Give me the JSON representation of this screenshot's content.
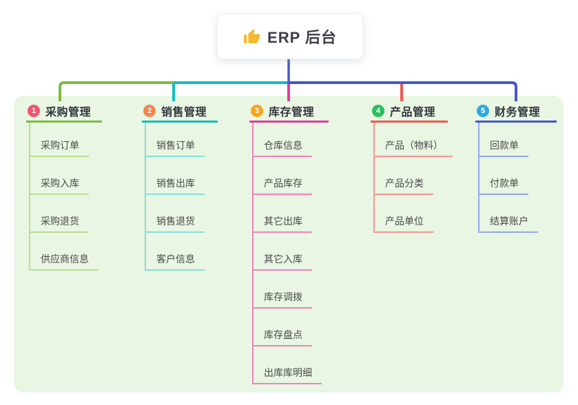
{
  "root": {
    "icon": "thumbs-up-icon",
    "title": "ERP 后台"
  },
  "canvas": {
    "background": "#ffffff",
    "panel_background": "#E8F6E3",
    "root_connector_color": "#4A59D0",
    "icon_color": "#F5B82E"
  },
  "branches": [
    {
      "number": "1",
      "label": "采购管理",
      "badge_color": "#F0566B",
      "line_color": "#7CBA3F",
      "child_line_color": "#B9DF92",
      "children": [
        "采购订单",
        "采购入库",
        "采购退货",
        "供应商信息"
      ]
    },
    {
      "number": "2",
      "label": "销售管理",
      "badge_color": "#F6854C",
      "line_color": "#15BCBE",
      "child_line_color": "#85DED9",
      "children": [
        "销售订单",
        "销售出库",
        "销售退货",
        "客户信息"
      ]
    },
    {
      "number": "3",
      "label": "库存管理",
      "badge_color": "#F8A41F",
      "line_color": "#DF3D9B",
      "child_line_color": "#F180BB",
      "children": [
        "仓库信息",
        "产品库存",
        "其它出库",
        "其它入库",
        "库存调拨",
        "库存盘点",
        "出库库明细"
      ]
    },
    {
      "number": "4",
      "label": "产品管理",
      "badge_color": "#2CBD5F",
      "line_color": "#F2574D",
      "child_line_color": "#F79690",
      "children": [
        "产品（物料）",
        "产品分类",
        "产品单位"
      ]
    },
    {
      "number": "5",
      "label": "财务管理",
      "badge_color": "#2FA9E0",
      "line_color": "#4456CE",
      "child_line_color": "#92A7E8",
      "children": [
        "回款单",
        "付款单",
        "结算账户"
      ]
    }
  ]
}
